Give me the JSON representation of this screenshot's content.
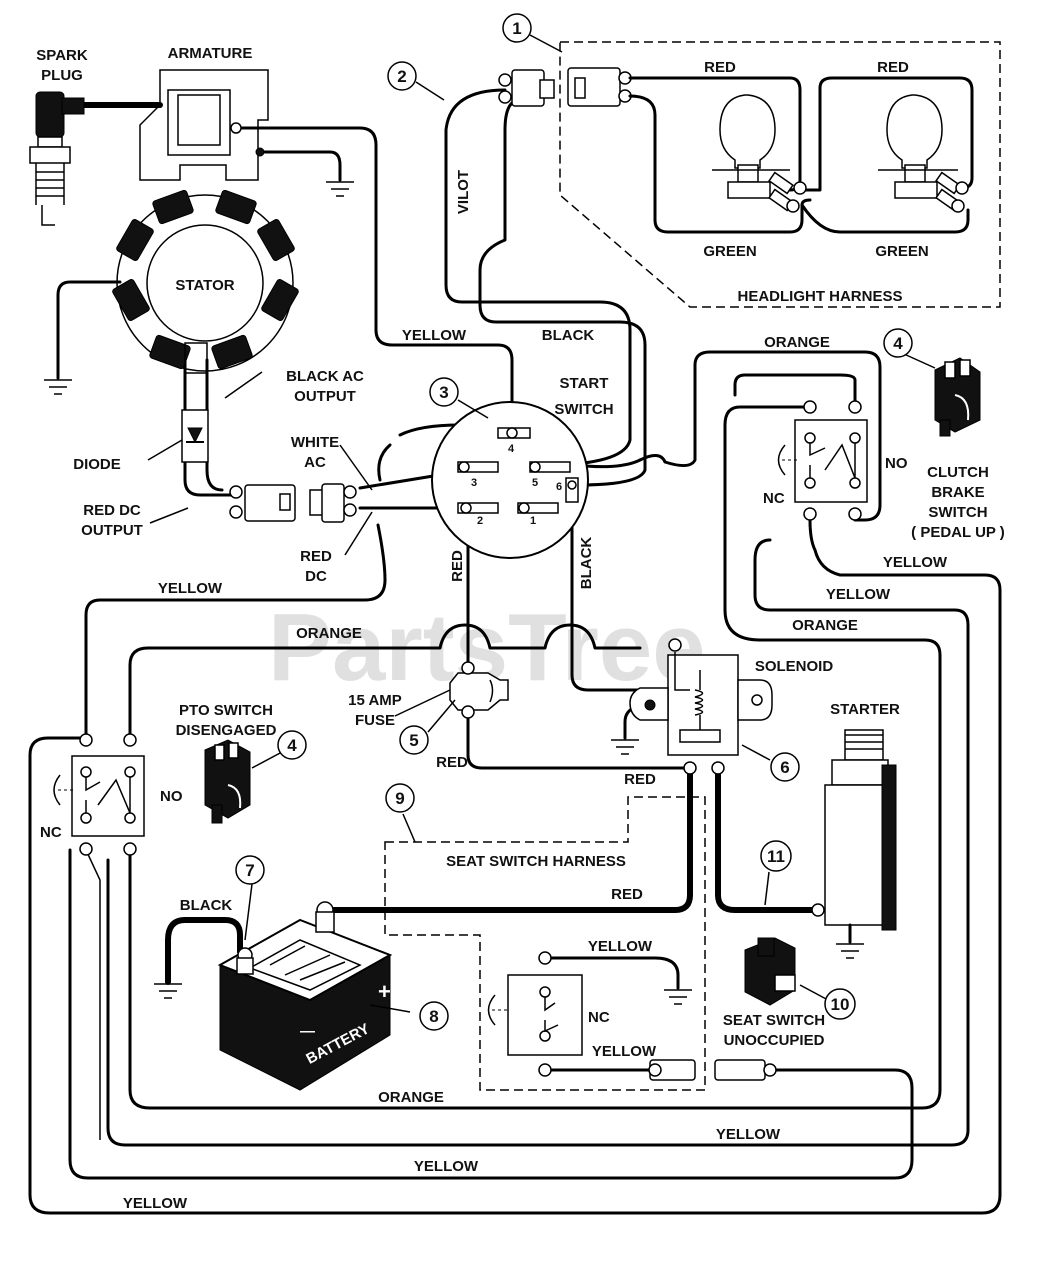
{
  "watermark": "PartsTree",
  "components": {
    "spark_plug": "SPARK\nPLUG",
    "armature": "ARMATURE",
    "stator": "STATOR",
    "black_ac_output": "BLACK AC\nOUTPUT",
    "diode": "DIODE",
    "red_dc_output": "RED DC\nOUTPUT",
    "white_ac": "WHITE\nAC",
    "red_dc": "RED\nDC",
    "start_switch": "START\nSWITCH",
    "headlight_harness": "HEADLIGHT HARNESS",
    "clutch_brake_switch": "CLUTCH\nBRAKE\nSWITCH\n( PEDAL UP )",
    "solenoid": "SOLENOID",
    "starter": "STARTER",
    "fuse": "15 AMP\nFUSE",
    "pto_switch": "PTO SWITCH\nDISENGAGED",
    "seat_switch_harness": "SEAT SWITCH HARNESS",
    "seat_switch": "SEAT SWITCH\nUNOCCUPIED",
    "battery": "BATTERY"
  },
  "switch_terminals": [
    "1",
    "2",
    "3",
    "4",
    "5",
    "6"
  ],
  "callouts": [
    "1",
    "2",
    "3",
    "4",
    "4",
    "5",
    "6",
    "7",
    "8",
    "9",
    "10",
    "11"
  ],
  "contacts": {
    "no": "NO",
    "nc": "NC"
  },
  "battery_polarity": {
    "positive": "+",
    "negative": "—"
  },
  "wire_labels": {
    "red_headlight_1": "RED",
    "red_headlight_2": "RED",
    "green_headlight_1": "GREEN",
    "green_headlight_2": "GREEN",
    "vilot": "VILOT",
    "yellow_armature": "YELLOW",
    "black_headlight": "BLACK",
    "orange_top": "ORANGE",
    "red_switch": "RED",
    "black_switch": "BLACK",
    "yellow_clutch_1": "YELLOW",
    "yellow_clutch_2": "YELLOW",
    "yellow_left": "YELLOW",
    "orange_mid_left": "ORANGE",
    "orange_mid_right": "ORANGE",
    "red_fuse": "RED",
    "red_solenoid": "RED",
    "red_battery": "RED",
    "black_battery": "BLACK",
    "yellow_seat_ground": "YELLOW",
    "yellow_seat_nc": "YELLOW",
    "orange_bottom": "ORANGE",
    "yellow_bottom_1": "YELLOW",
    "yellow_bottom_2": "YELLOW",
    "yellow_bottom_3": "YELLOW"
  }
}
